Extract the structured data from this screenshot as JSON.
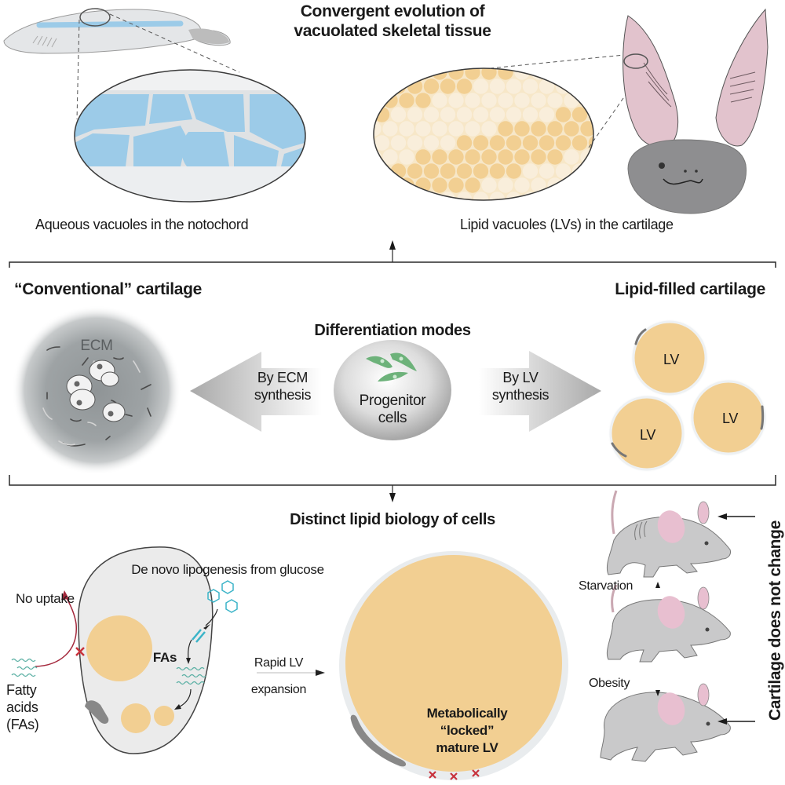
{
  "top": {
    "title_line1": "Convergent evolution of",
    "title_line2": "vacuolated skeletal tissue",
    "left_caption": "Aqueous vacuoles in the notochord",
    "right_caption": "Lipid vacuoles (LVs) in the cartilage"
  },
  "middle": {
    "left_heading": "“Conventional” cartilage",
    "right_heading": "Lipid-filled cartilage",
    "center_heading": "Differentiation modes",
    "ecm_label": "ECM",
    "left_arrow_line1": "By ECM",
    "left_arrow_line2": "synthesis",
    "right_arrow_line1": "By LV",
    "right_arrow_line2": "synthesis",
    "progenitor_line1": "Progenitor",
    "progenitor_line2": "cells",
    "lv_labels": [
      "LV",
      "LV",
      "LV"
    ]
  },
  "bottom": {
    "heading": "Distinct lipid biology of cells",
    "lipogenesis": "De novo lipogenesis from glucose",
    "no_uptake": "No uptake",
    "fatty_acids_line1": "Fatty",
    "fatty_acids_line2": "acids",
    "fatty_acids_line3": "(FAs)",
    "fas": "FAs",
    "rapid_line1": "Rapid LV",
    "rapid_line2": "expansion",
    "mature_line1": "Metabolically",
    "mature_line2": "“locked”",
    "mature_line3": "mature LV",
    "starvation": "Starvation",
    "obesity": "Obesity",
    "vertical_note": "Cartilage does not change"
  },
  "colors": {
    "aqueous_blue": "#9ccbe8",
    "lipid_orange": "#f2cf92",
    "lipid_light": "#f7e7c8",
    "bat_pink": "#e2c3cd",
    "bat_gray": "#8e8e90",
    "progenitor_green": "#6db27a",
    "glucose_cyan": "#3bb4c8",
    "red_x": "#c8323c",
    "mouse_gray": "#c9c9ca",
    "mouse_pink": "#e8bfd0"
  }
}
